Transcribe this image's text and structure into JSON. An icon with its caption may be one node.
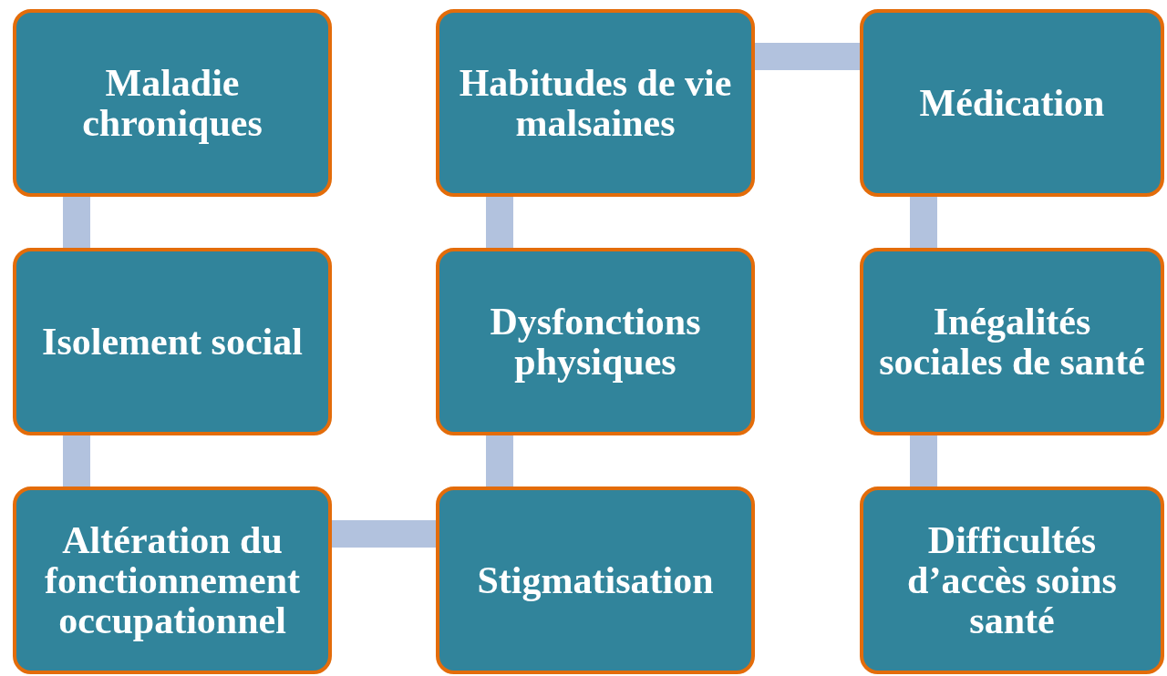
{
  "diagram": {
    "nodes": [
      {
        "text": [
          "Maladie chroniques"
        ]
      },
      {
        "text": [
          "Habitudes de vie malsaines"
        ]
      },
      {
        "text": [
          "Médication"
        ]
      },
      {
        "text": [
          "Isolement social"
        ]
      },
      {
        "text": [
          "Dysfonctions physiques"
        ]
      },
      {
        "text": [
          "Inégalités sociales de santé"
        ]
      },
      {
        "text": [
          "Altération du fonctionnement occupationnel"
        ]
      },
      {
        "text": [
          "Stigmatisation"
        ]
      },
      {
        "text": [
          "Difficultés d’accès soins santé"
        ]
      }
    ],
    "edges": [
      {
        "from": 0,
        "to": 3,
        "arrow": "none"
      },
      {
        "from": 3,
        "to": 6,
        "arrow": "none"
      },
      {
        "from": 6,
        "to": 7,
        "arrow": "none"
      },
      {
        "from": 7,
        "to": 4,
        "arrow": "none"
      },
      {
        "from": 4,
        "to": 1,
        "arrow": "none"
      },
      {
        "from": 1,
        "to": 2,
        "arrow": "none"
      },
      {
        "from": 2,
        "to": 5,
        "arrow": "none"
      },
      {
        "from": 5,
        "to": 8,
        "arrow": "none"
      }
    ]
  }
}
